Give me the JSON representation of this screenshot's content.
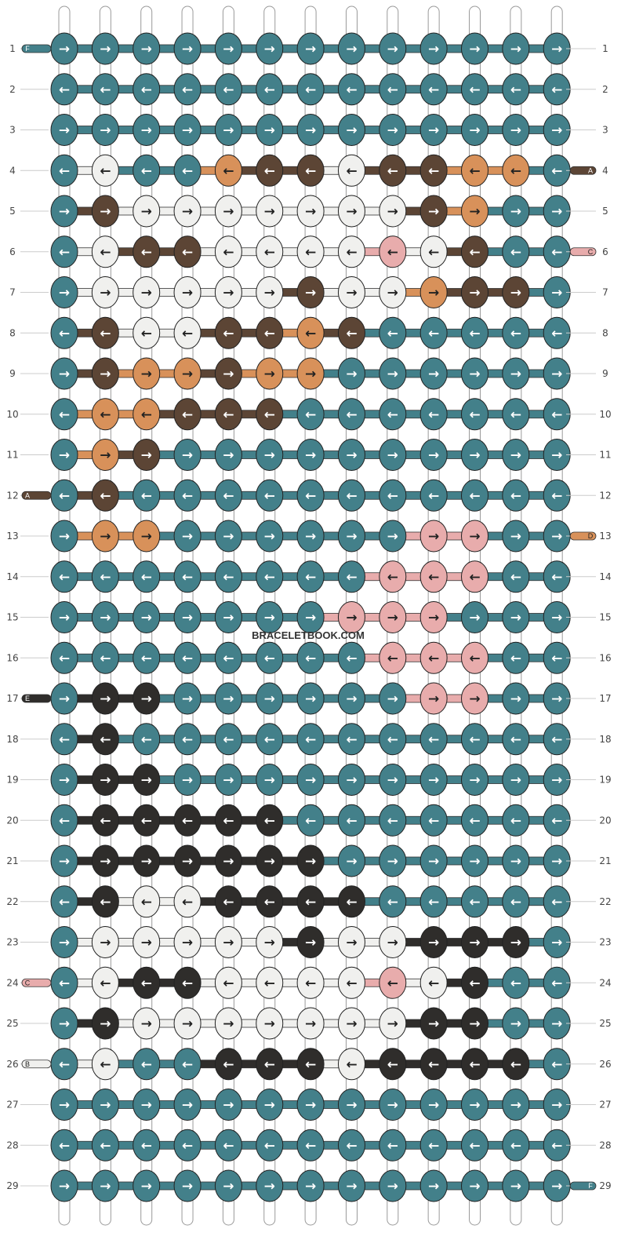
{
  "watermark": "BRACELETBOOK.COM",
  "colors": {
    "A": "#5c4535",
    "B": "#f0f0ee",
    "C": "#e8acac",
    "D": "#d8915a",
    "E": "#2f2d2b",
    "F": "#43808a"
  },
  "rows": [
    {
      "num": "1",
      "dir": "R",
      "knots": "FFFFFFFFFFFFF"
    },
    {
      "num": "2",
      "dir": "L",
      "knots": "FFFFFFFFFFFFF"
    },
    {
      "num": "3",
      "dir": "R",
      "knots": "FFFFFFFFFFFFF"
    },
    {
      "num": "4",
      "dir": "L",
      "knots": "FBFFDAABAADDF"
    },
    {
      "num": "5",
      "dir": "R",
      "knots": "FABBBBBBBADFF"
    },
    {
      "num": "6",
      "dir": "L",
      "knots": "FBAABBBBCBAFF"
    },
    {
      "num": "7",
      "dir": "R",
      "knots": "FBBBBBABBDAAF"
    },
    {
      "num": "8",
      "dir": "L",
      "knots": "FABBAADAFFFFF"
    },
    {
      "num": "9",
      "dir": "R",
      "knots": "FADDADDFFFFFF"
    },
    {
      "num": "10",
      "dir": "L",
      "knots": "FDDAAAFFFFFFF"
    },
    {
      "num": "11",
      "dir": "R",
      "knots": "FDAFFFFFFFFFF"
    },
    {
      "num": "12",
      "dir": "L",
      "knots": "FAFFFFFFFFFFF"
    },
    {
      "num": "13",
      "dir": "R",
      "knots": "FDDFFFFFFCCFF"
    },
    {
      "num": "14",
      "dir": "L",
      "knots": "FFFFFFFFCCCFF"
    },
    {
      "num": "15",
      "dir": "R",
      "knots": "FFFFFFFCCCFFF"
    },
    {
      "num": "16",
      "dir": "L",
      "knots": "FFFFFFFFCCCFF"
    },
    {
      "num": "17",
      "dir": "R",
      "knots": "FEEFFFFFFCCFF"
    },
    {
      "num": "18",
      "dir": "L",
      "knots": "FEFFFFFFFFFFF"
    },
    {
      "num": "19",
      "dir": "R",
      "knots": "FEEFFFFFFFFFF"
    },
    {
      "num": "20",
      "dir": "L",
      "knots": "FEEEEEFFFFFFF"
    },
    {
      "num": "21",
      "dir": "R",
      "knots": "FEEEEEEFFFFFF"
    },
    {
      "num": "22",
      "dir": "L",
      "knots": "FEBBEEEEFFFFF"
    },
    {
      "num": "23",
      "dir": "R",
      "knots": "FBBBBBEBBEEEF"
    },
    {
      "num": "24",
      "dir": "L",
      "knots": "FBEEBBBBCBEFF"
    },
    {
      "num": "25",
      "dir": "R",
      "knots": "FEBBBBBBBEEFF"
    },
    {
      "num": "26",
      "dir": "L",
      "knots": "FBFFEEEBEEEEF"
    },
    {
      "num": "27",
      "dir": "R",
      "knots": "FFFFFFFFFFFFF"
    },
    {
      "num": "28",
      "dir": "L",
      "knots": "FFFFFFFFFFFFF"
    },
    {
      "num": "29",
      "dir": "R",
      "knots": "FFFFFFFFFFFFF"
    }
  ],
  "left_labels": [
    {
      "row": "1",
      "letter": "F",
      "color": "F"
    },
    {
      "row": "12",
      "letter": "A",
      "color": "A"
    },
    {
      "row": "17",
      "letter": "E",
      "color": "E"
    },
    {
      "row": "24",
      "letter": "C",
      "color": "C"
    },
    {
      "row": "26",
      "letter": "B",
      "color": "B"
    }
  ],
  "right_labels": [
    {
      "row": "4",
      "letter": "A",
      "color": "A"
    },
    {
      "row": "6",
      "letter": "C",
      "color": "C"
    },
    {
      "row": "13",
      "letter": "D",
      "color": "D"
    },
    {
      "row": "29",
      "letter": "F",
      "color": "F"
    }
  ]
}
